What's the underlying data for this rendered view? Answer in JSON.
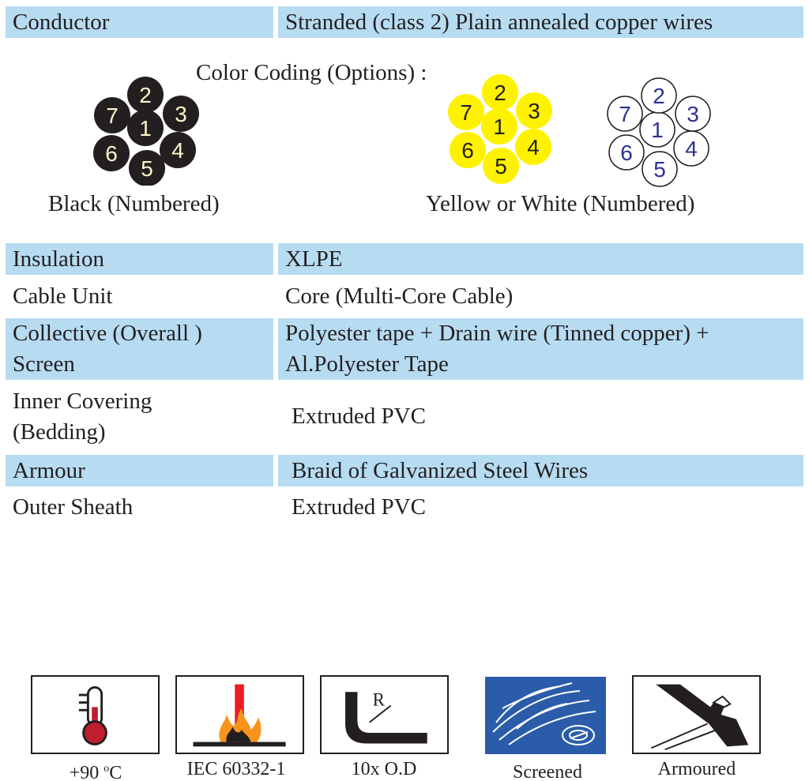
{
  "specs": {
    "conductor": {
      "label": "Conductor",
      "value": "Stranded (class 2) Plain annealed copper wires"
    },
    "insulation": {
      "label": "Insulation",
      "value": "XLPE"
    },
    "cable_unit": {
      "label": "Cable Unit",
      "value": "Core (Multi-Core Cable)"
    },
    "screen": {
      "label_line1": "Collective (Overall )",
      "label_line2": "Screen",
      "value_line1": "Polyester tape + Drain wire (Tinned copper) +",
      "value_line2": "Al.Polyester Tape"
    },
    "inner_covering": {
      "label_line1": "Inner Covering",
      "label_line2": "(Bedding)",
      "value": "Extruded PVC"
    },
    "armour": {
      "label": "Armour",
      "value": "Braid of Galvanized Steel Wires"
    },
    "outer_sheath": {
      "label": "Outer Sheath",
      "value": "Extruded PVC"
    }
  },
  "color_coding": {
    "title": "Color Coding (Options) :",
    "black_caption": "Black (Numbered)",
    "yw_caption": "Yellow or White (Numbered)",
    "core_numbers": [
      "1",
      "2",
      "3",
      "4",
      "5",
      "6",
      "7"
    ],
    "colors": {
      "black": "#231f20",
      "yellow": "#fff200",
      "white": "#ffffff",
      "blue_text": "#2e3192",
      "light_text": "#fff6c8"
    }
  },
  "icons": {
    "temperature": {
      "name": "thermometer-icon",
      "label_value": "+90 ",
      "label_sup": "o",
      "label_unit": "C"
    },
    "flame": {
      "name": "flame-retardant-icon",
      "label": "IEC 60332-1"
    },
    "bend": {
      "name": "bending-radius-icon",
      "letter": "R",
      "label": "10x O.D"
    },
    "screened": {
      "name": "screened-icon",
      "label": "Screened"
    },
    "armoured": {
      "name": "armoured-icon",
      "label": "Armoured"
    }
  },
  "accent_colors": {
    "row_shade": "#b7dcf2",
    "screen_blue": "#2a5caa",
    "flame_red": "#ed1c24",
    "flame_orange": "#f7941d"
  }
}
